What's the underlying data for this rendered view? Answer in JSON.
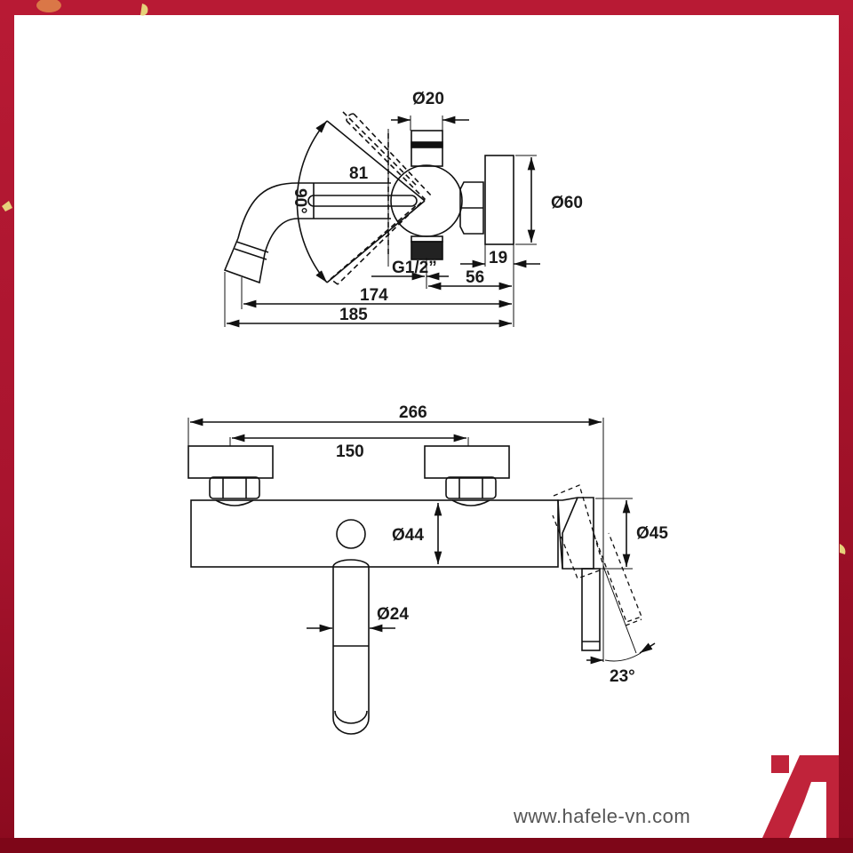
{
  "page": {
    "title": "Faucet technical drawing",
    "brand_color": "#c0233a",
    "frame_color": "#b81a34",
    "website": "www.hafele-vn.com",
    "logo_icon": "hafele-a-logo-icon"
  },
  "top_view": {
    "dimensions": {
      "pipe_diameter": "Ø20",
      "spout_length": "81",
      "swing_angle": "90°",
      "flange_diameter": "Ø60",
      "flange_depth": "19",
      "thread": "G1/2”",
      "offset_56": "56",
      "length_174": "174",
      "length_185": "185"
    }
  },
  "front_view": {
    "dimensions": {
      "overall_width": "266",
      "centers": "150",
      "body_diameter": "Ø44",
      "handle_diameter": "Ø45",
      "spout_diameter": "Ø24",
      "lever_angle": "23°"
    }
  }
}
